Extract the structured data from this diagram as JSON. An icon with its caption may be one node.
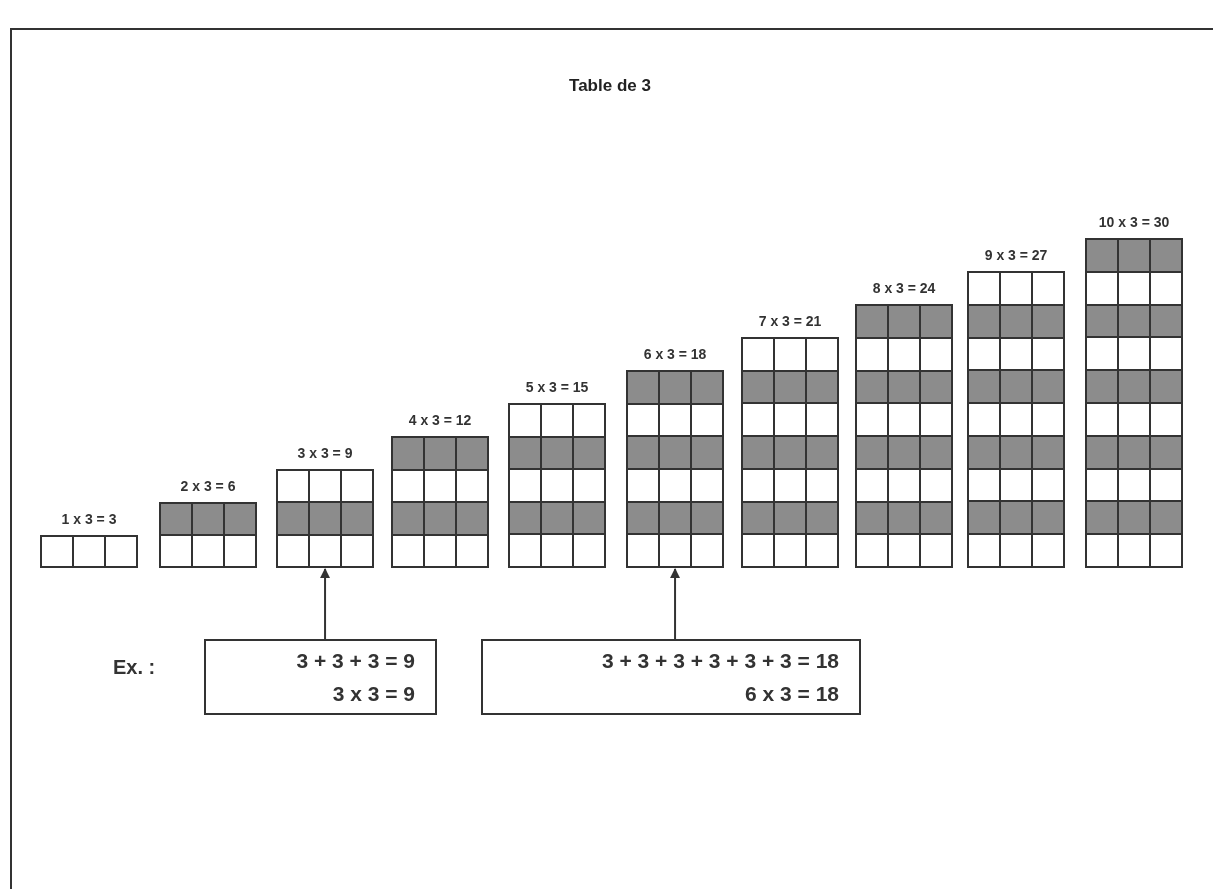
{
  "diagram": {
    "title": "Table de 3",
    "nodes": [
      {
        "text": [
          "1 x 3 = 3"
        ]
      },
      {
        "text": [
          "2 x 3 = 6"
        ]
      },
      {
        "text": [
          "3 x 3 = 9"
        ]
      },
      {
        "text": [
          "4 x 3 = 12"
        ]
      },
      {
        "text": [
          "5 x 3 = 15"
        ]
      },
      {
        "text": [
          "6 x 3 = 18"
        ]
      },
      {
        "text": [
          "7 x 3 = 21"
        ]
      },
      {
        "text": [
          "8 x 3 = 24"
        ]
      },
      {
        "text": [
          "9 x 3 = 27"
        ]
      },
      {
        "text": [
          "10 x 3 = 30"
        ]
      },
      {
        "text": [
          "3 + 3 + 3 = 9",
          "3 x 3 = 9"
        ]
      },
      {
        "text": [
          "3 + 3 + 3 + 3 + 3 + 3 = 18",
          "6 x 3 = 18"
        ]
      }
    ],
    "edges": [
      {
        "from": 10,
        "to": 2,
        "arrow": "to"
      },
      {
        "from": 11,
        "to": 5,
        "arrow": "to"
      }
    ],
    "labels": [
      "Ex. :"
    ]
  }
}
